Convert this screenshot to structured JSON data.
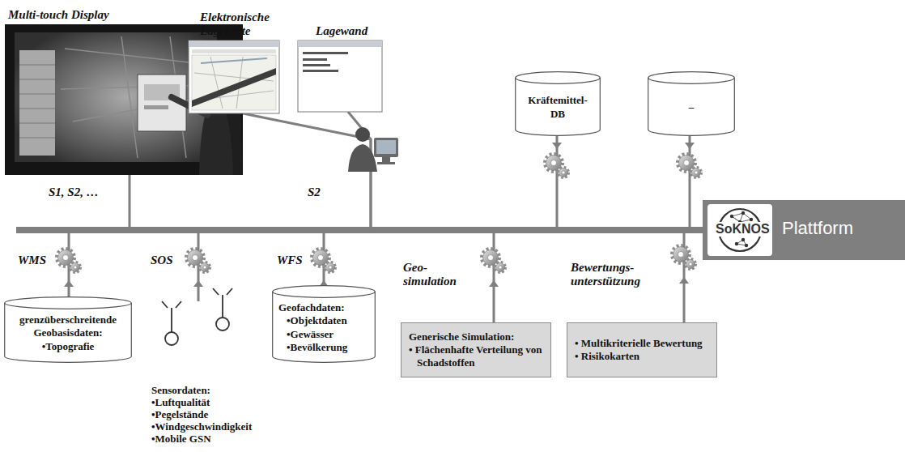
{
  "diagram": {
    "nodes": [
      {
        "text": [
          "Multi-touch Display"
        ]
      },
      {
        "text": [
          "Elektronische Lagekarte"
        ]
      },
      {
        "text": [
          "Lagewand"
        ]
      },
      {
        "text": [
          "Kräftemittel-DB"
        ]
      },
      {
        "text": [
          "–"
        ]
      },
      {
        "text": [
          "SoKNOS",
          "Plattform"
        ]
      },
      {
        "text": [
          "grenzüberschreitende Geobasisdaten:",
          "•Topografie"
        ]
      },
      {
        "text": [
          "Geofachdaten:",
          "•Objektdaten",
          "•Gewässer",
          "•Bevölkerung"
        ]
      },
      {
        "text": [
          "Generische Simulation:",
          "• Flächenhafte Verteilung von Schadstoffen"
        ]
      },
      {
        "text": [
          "• Multikriterielle Bewertung",
          "• Risikokarten"
        ]
      }
    ],
    "edges": [
      {
        "from": 0,
        "to": 5,
        "arrow": "none"
      },
      {
        "from": 1,
        "to": 5,
        "arrow": "none"
      },
      {
        "from": 2,
        "to": 5,
        "arrow": "none"
      },
      {
        "from": 3,
        "to": 5,
        "arrow": "none"
      },
      {
        "from": 4,
        "to": 5,
        "arrow": "none"
      },
      {
        "from": 6,
        "to": 5,
        "arrow": "none"
      },
      {
        "from": 7,
        "to": 5,
        "arrow": "none"
      },
      {
        "from": 8,
        "to": 5,
        "arrow": "none"
      },
      {
        "from": 9,
        "to": 5,
        "arrow": "none"
      }
    ],
    "labels": [
      "S1, S2, …",
      "S2",
      "WMS",
      "SOS",
      "WFS",
      "Geo- simulation",
      "Bewertungs- unterstützung",
      "Sensordaten:",
      "•Luftqualität",
      "•Pegelstände",
      "•Windgeschwindigkeit",
      "•Mobile GSN"
    ]
  }
}
